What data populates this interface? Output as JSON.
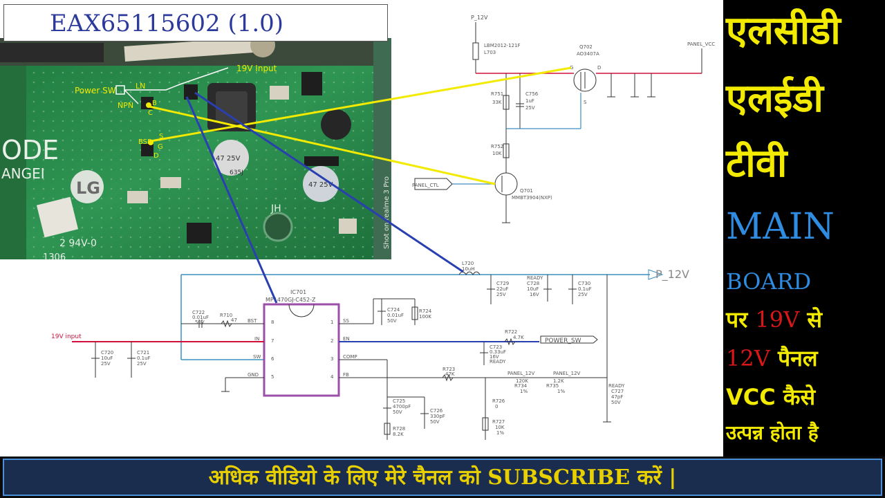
{
  "board_code": "EAX65115602 (1.0)",
  "pcb_labels": {
    "power_sw": "Power SW",
    "input_19v": "19V Input",
    "ln": "LN",
    "npn": "NPN",
    "g": "G",
    "bsd": "BSD",
    "s": "S",
    "d": "D",
    "silk_ode": "ODE",
    "silk_angei": "ANGEI",
    "silk_94v": "2 94V-0",
    "silk_1306": "1306",
    "silk_jh": "JH",
    "cap1": "47 25V",
    "cap2": "47 25V",
    "cap_code": "635J",
    "watermark": "Shot on realme 3 Pro"
  },
  "schematic_top": {
    "p12v": "P_12V",
    "inductor": "L703",
    "inductor_part": "LBM2012-121F",
    "panel_vcc": "PANEL_VCC",
    "mosfet": "Q702",
    "mosfet_part": "AO3407A",
    "r751": "R751",
    "r751_val": "33K",
    "c756": "C756",
    "c756_val": "1uF",
    "c756_v": "25V",
    "r752": "R752",
    "r752_val": "10K",
    "panel_ctl": "PANEL_CTL",
    "transistor": "Q701",
    "transistor_part": "MMBT3904(NXP)",
    "g_pin": "G",
    "d_pin": "D",
    "s_pin": "S"
  },
  "schematic_bottom": {
    "ic_ref": "IC701",
    "ic_part": "MP1470GJ-C452-Z",
    "in_19v": "19V input",
    "out_p12v": "P_12V",
    "l720": "L720",
    "l720_val": "10uH",
    "c729": "C729",
    "c729_val": "22uF",
    "c729_v": "25V",
    "c728": "C728",
    "c728_val": "10uF",
    "c728_v": "16V",
    "c730": "C730",
    "c730_val": "0.1uF",
    "c730_v": "25V",
    "ready1": "READY",
    "c722": "C722",
    "c722_val": "0.01uF",
    "c722_v": "50V",
    "r710": "R710",
    "r710_val": "47",
    "c724": "C724",
    "c724_val": "0.01uF",
    "c724_v": "50V",
    "r724": "R724",
    "r724_val": "100K",
    "pin_bst": "BST",
    "pin_in": "IN",
    "pin_sw": "SW",
    "pin_gnd": "GND",
    "pin_ss": "SS",
    "pin_en": "EN",
    "pin_comp": "COMP",
    "pin_fb": "FB",
    "pin8": "8",
    "pin7": "7",
    "pin6": "6",
    "pin5": "5",
    "pin1": "1",
    "pin2": "2",
    "pin3": "3",
    "pin4": "4",
    "r722": "R722",
    "r722_val": "4.7K",
    "power_sw": "POWER_SW",
    "c723": "C723",
    "c723_val": "0.33uF",
    "c723_v": "16V",
    "ready2": "READY",
    "c720": "C720",
    "c720_val": "10uF",
    "c720_v": "25V",
    "c721": "C721",
    "c721_val": "0.1uF",
    "c721_v": "25V",
    "r723": "R723",
    "r723_val": "47K",
    "panel_12v_1": "PANEL_12V",
    "panel_12v_2": "PANEL_12V",
    "r734": "R734",
    "r734_val": "120K",
    "r734_pct": "1%",
    "r735": "R735",
    "r735_val": "1.2K",
    "r735_pct": "1%",
    "c725": "C725",
    "c725_val": "4700pF",
    "c725_v": "50V",
    "c726": "C726",
    "c726_val": "330pF",
    "c726_v": "50V",
    "r728": "R728",
    "r728_val": "8.2K",
    "r726": "R726",
    "r726_val": "0",
    "r727": "R727",
    "r727_val": "10K",
    "r727_pct": "1%",
    "ready3": "READY",
    "c727": "C727",
    "c727_val": "47pF",
    "c727_v": "50V"
  },
  "side_text": {
    "line1": "एलसीडी",
    "line2": "एलईडी",
    "line3": "टीवी",
    "line4": "MAIN",
    "line5": "BOARD",
    "line6a": "पर ",
    "line6b": "19V",
    "line6c": " से",
    "line7a": "12V",
    "line7b": " पैनल",
    "line8": "VCC कैसे",
    "line9": "उत्पन्न होता है"
  },
  "banner": "अधिक वीडियो के लिए मेरे चैनल को SUBSCRIBE करें |",
  "colors": {
    "side_bg": "#000000",
    "yellow": "#f2ea00",
    "blue_text": "#2f8ce0",
    "red": "#d81818",
    "wire_red": "#d0103a",
    "wire_blue": "#2a3fb0",
    "wire_cyan": "#3a8fbf",
    "ic_border": "#9b4fa8",
    "pcb_green": "#2a8a4a"
  }
}
